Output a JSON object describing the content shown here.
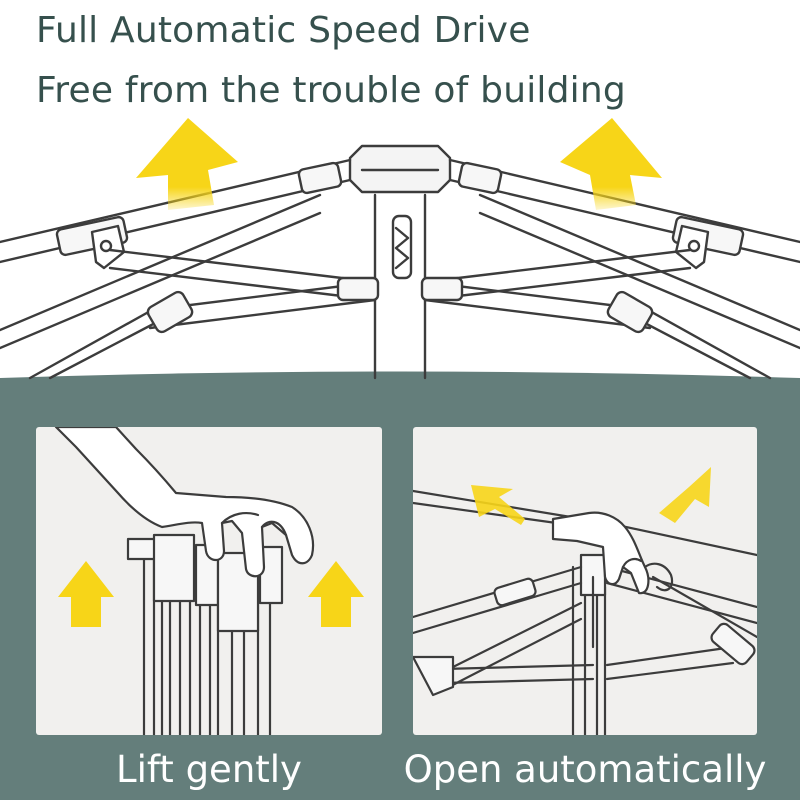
{
  "headline": {
    "line1": "Full Automatic Speed Drive",
    "line2": "Free from the trouble of building"
  },
  "panels": [
    {
      "caption": "Lift gently",
      "icon": "lift-arrows-icon"
    },
    {
      "caption": "Open automatically",
      "icon": "open-arrows-icon"
    }
  ],
  "colors": {
    "heading_text": "#36504d",
    "band": "#647e7b",
    "panel_bg": "#f1f0ee",
    "arrow": "#f7d518",
    "frame_line": "#3c3c3c",
    "caption_text": "#ffffff"
  }
}
